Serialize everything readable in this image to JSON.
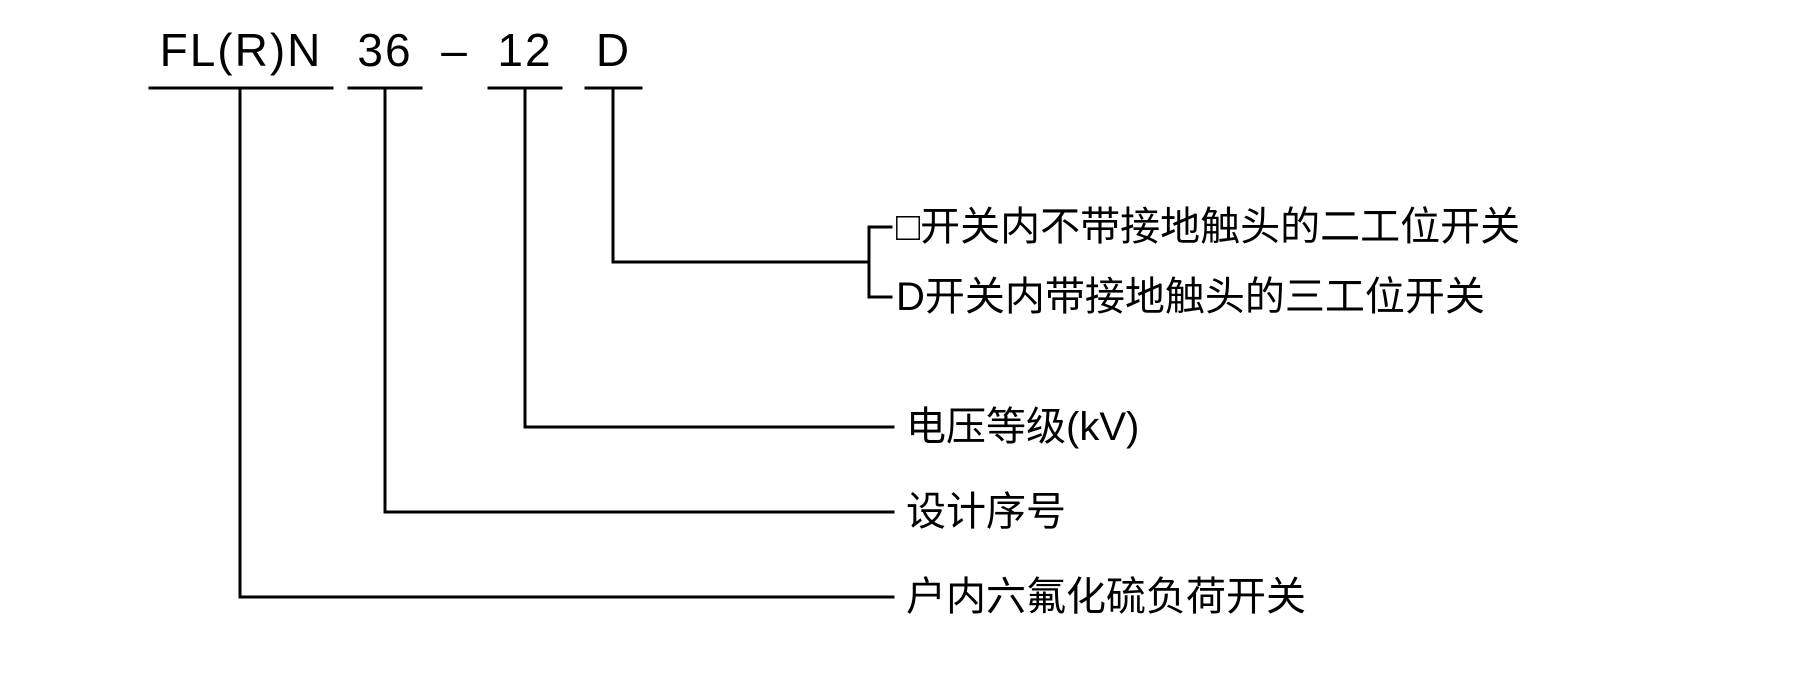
{
  "diagram_title": "FL(R)N 36-12 D model designation explanation",
  "model": {
    "part1": "FL(R)N",
    "part2": "36",
    "separator": "–",
    "part3": "12",
    "part4": "D"
  },
  "labels": {
    "two_position": "□开关内不带接地触头的二工位开关",
    "three_position": "D开关内带接地触头的三工位开关",
    "voltage": "电压等级(kV)",
    "design": "设计序号",
    "switch_type": "户内六氟化硫负荷开关"
  },
  "colors": {
    "line": "#000000",
    "text": "#000000",
    "background": "#ffffff"
  }
}
